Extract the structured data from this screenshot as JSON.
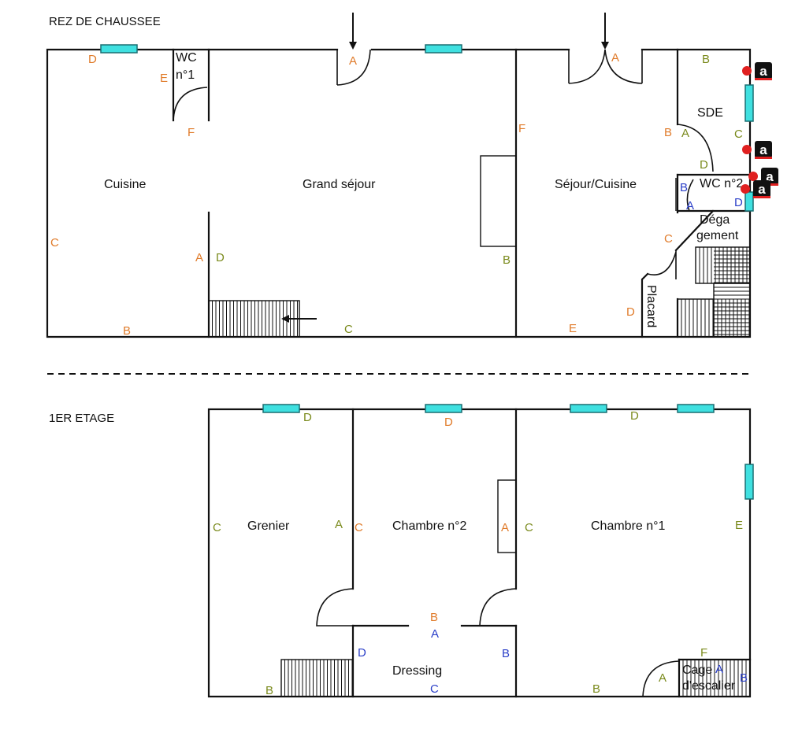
{
  "sections": {
    "ground_floor": "REZ DE CHAUSSEE",
    "first_floor": "1ER ETAGE"
  },
  "rooms": {
    "wc1_line1": "WC",
    "wc1_line2": "n°1",
    "cuisine": "Cuisine",
    "grand_sejour": "Grand séjour",
    "sejour_cuisine": "Séjour/Cuisine",
    "sde": "SDE",
    "wc2": "WC n°2",
    "degagement_line1": "Dégа",
    "degagement_line2": "gement",
    "placard": "Placard",
    "grenier": "Grenier",
    "chambre2": "Chambre n°2",
    "chambre1": "Chambre n°1",
    "dressing": "Dressing",
    "cage_line1": "Cage",
    "cage_line2": "d'escalier"
  },
  "colors": {
    "orange": "#e07b2a",
    "olive": "#7a8a1c",
    "blue": "#2b3fc8",
    "window_fill": "#3fe0e0",
    "marker_red": "#e02020"
  },
  "markers": {
    "icon": "asbestos-marker-icon",
    "letter": "a"
  },
  "wall_labels": [
    {
      "t": "D",
      "c": "orange"
    },
    {
      "t": "E",
      "c": "orange"
    },
    {
      "t": "F",
      "c": "orange"
    },
    {
      "t": "A",
      "c": "orange"
    },
    {
      "t": "C",
      "c": "orange"
    },
    {
      "t": "B",
      "c": "orange"
    },
    {
      "t": "A",
      "c": "orange"
    },
    {
      "t": "D",
      "c": "olive"
    },
    {
      "t": "C",
      "c": "olive"
    },
    {
      "t": "F",
      "c": "orange"
    },
    {
      "t": "B",
      "c": "olive"
    },
    {
      "t": "A",
      "c": "orange"
    },
    {
      "t": "E",
      "c": "orange"
    },
    {
      "t": "D",
      "c": "orange"
    },
    {
      "t": "C",
      "c": "orange"
    },
    {
      "t": "B",
      "c": "olive"
    },
    {
      "t": "B",
      "c": "orange"
    },
    {
      "t": "A",
      "c": "olive"
    },
    {
      "t": "C",
      "c": "olive"
    },
    {
      "t": "D",
      "c": "olive"
    },
    {
      "t": "B",
      "c": "blue"
    },
    {
      "t": "A",
      "c": "blue"
    },
    {
      "t": "D",
      "c": "blue"
    },
    {
      "t": "D",
      "c": "olive"
    },
    {
      "t": "D",
      "c": "orange"
    },
    {
      "t": "D",
      "c": "olive"
    },
    {
      "t": "C",
      "c": "olive"
    },
    {
      "t": "A",
      "c": "olive"
    },
    {
      "t": "C",
      "c": "orange"
    },
    {
      "t": "A",
      "c": "orange"
    },
    {
      "t": "C",
      "c": "olive"
    },
    {
      "t": "E",
      "c": "olive"
    },
    {
      "t": "B",
      "c": "orange"
    },
    {
      "t": "A",
      "c": "blue"
    },
    {
      "t": "D",
      "c": "blue"
    },
    {
      "t": "B",
      "c": "blue"
    },
    {
      "t": "C",
      "c": "blue"
    },
    {
      "t": "B",
      "c": "olive"
    },
    {
      "t": "B",
      "c": "olive"
    },
    {
      "t": "A",
      "c": "olive"
    },
    {
      "t": "F",
      "c": "olive"
    },
    {
      "t": "A",
      "c": "blue"
    },
    {
      "t": "B",
      "c": "blue"
    }
  ]
}
